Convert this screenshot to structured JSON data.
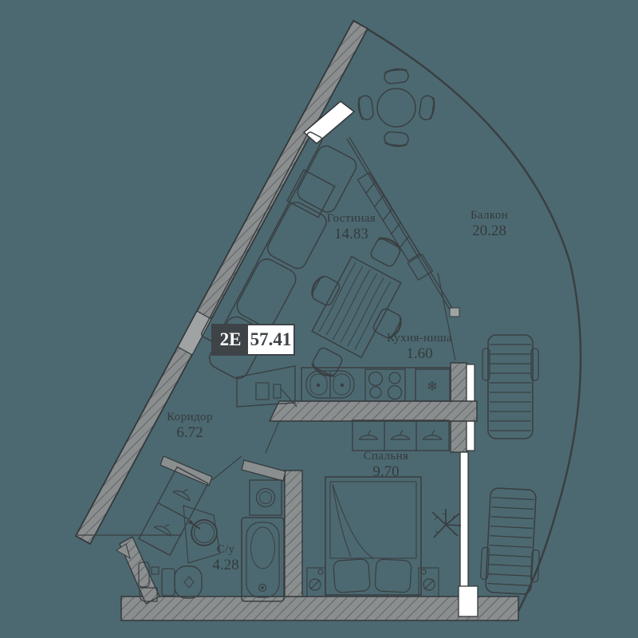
{
  "plan": {
    "badge": {
      "unit_type": "2E",
      "total_area": "57.41"
    },
    "rooms": {
      "living": {
        "name": "Гостиная",
        "area": "14.83"
      },
      "balcony": {
        "name": "Балкон",
        "area": "20.28"
      },
      "kitchen": {
        "name": "Кухня-ниша",
        "area": "1.60"
      },
      "corridor": {
        "name": "Коридор",
        "area": "6.72"
      },
      "bedroom": {
        "name": "Спальня",
        "area": "9.70"
      },
      "bathroom": {
        "name": "С/у",
        "area": "4.28"
      }
    }
  },
  "icons": {
    "snowflake": "❄"
  },
  "colors": {
    "background": "#4C6971",
    "wall_fill": "#8A8E8F",
    "wall_outline": "#33383A",
    "furniture_line": "#3A3F42",
    "window": "#FFFFFF",
    "text": "#343A3D",
    "badge_dark": "#3E4347",
    "badge_light": "#FFFFFF"
  }
}
